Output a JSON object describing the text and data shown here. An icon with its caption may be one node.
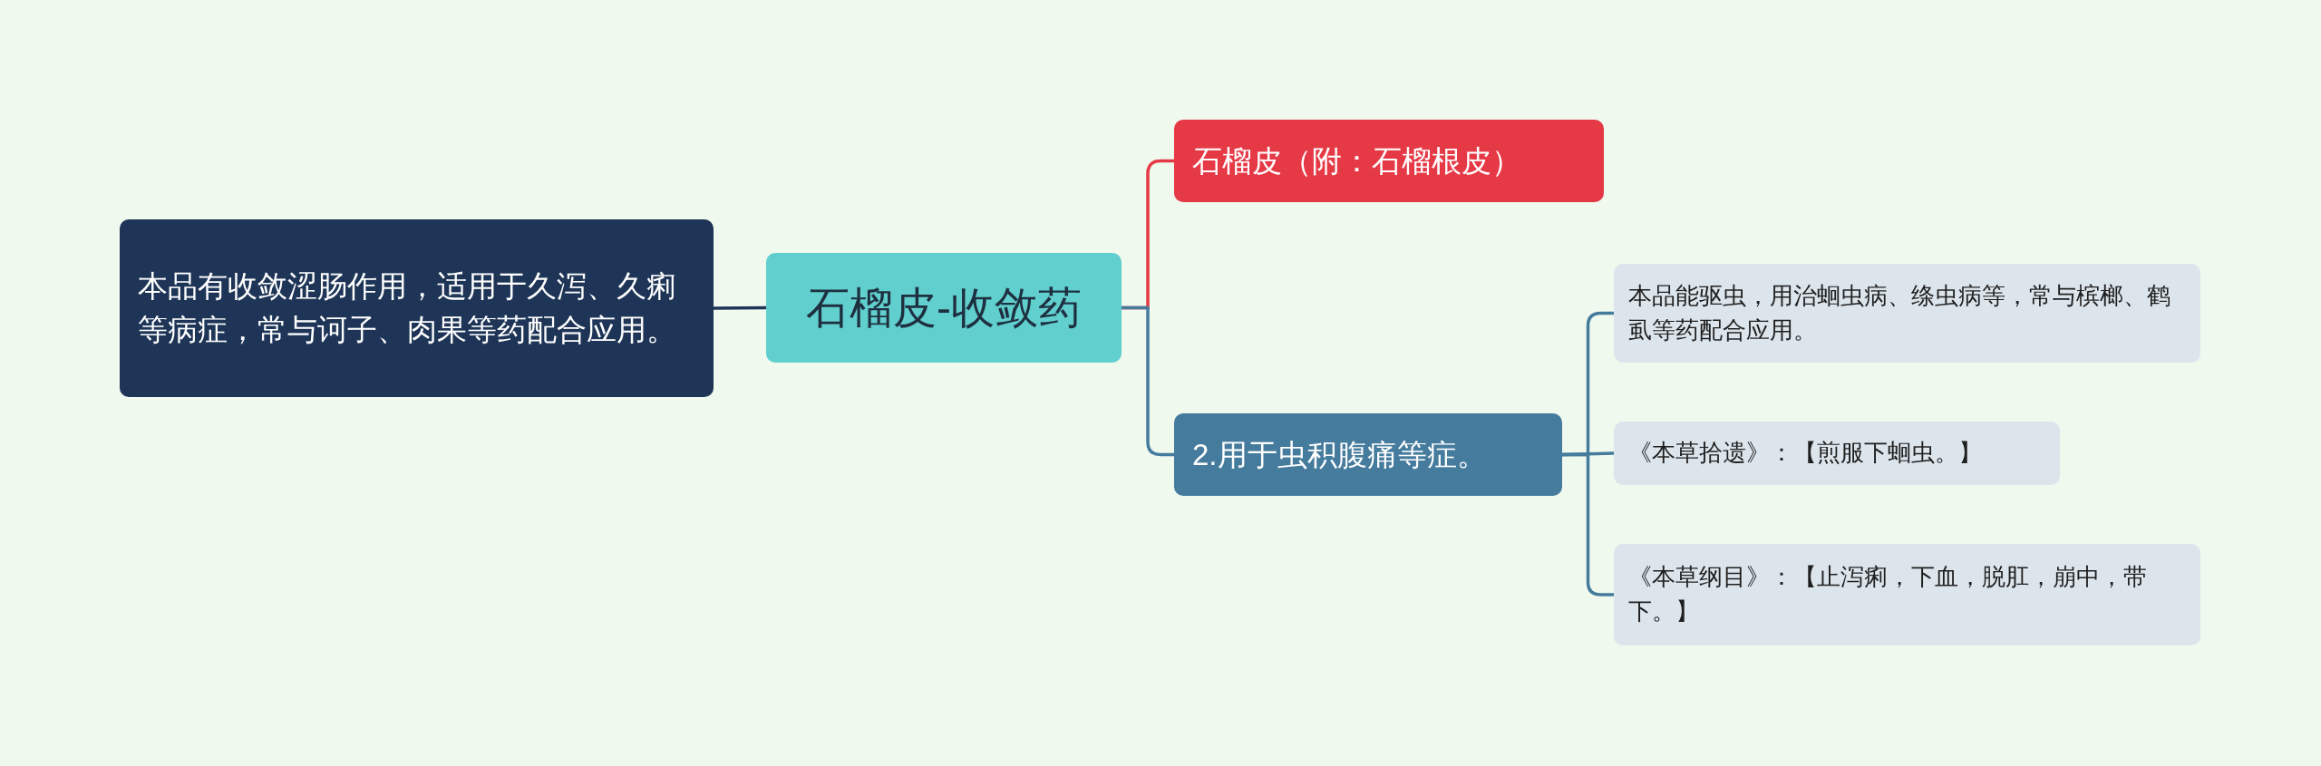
{
  "diagram": {
    "nodes": [
      {
        "text": [
          "石榴皮-收敛药"
        ]
      },
      {
        "text": [
          "本品有收敛涩肠作用，适用于久泻、久痢等病症，常与诃子、肉果等药配合应用。"
        ]
      },
      {
        "text": [
          "石榴皮（附：石榴根皮）"
        ]
      },
      {
        "text": [
          "2.用于虫积腹痛等症。"
        ]
      },
      {
        "text": [
          "本品能驱虫，用治蛔虫病、绦虫病等，常与槟榔、鹤虱等药配合应用。"
        ]
      },
      {
        "text": [
          "《本草拾遗》：【煎服下蛔虫。】"
        ]
      },
      {
        "text": [
          "《本草纲目》：【止泻痢，下血，脱肛，崩中，带下。】"
        ]
      }
    ],
    "edges": [
      {
        "from": 0,
        "to": 1,
        "arrow": "none",
        "color": "#1e3557"
      },
      {
        "from": 0,
        "to": 2,
        "arrow": "none",
        "color": "#e63946"
      },
      {
        "from": 0,
        "to": 3,
        "arrow": "none"
      },
      {
        "from": 3,
        "to": 4,
        "arrow": "none"
      },
      {
        "from": 3,
        "to": 5,
        "arrow": "none"
      },
      {
        "from": 3,
        "to": 6,
        "arrow": "none"
      }
    ]
  }
}
